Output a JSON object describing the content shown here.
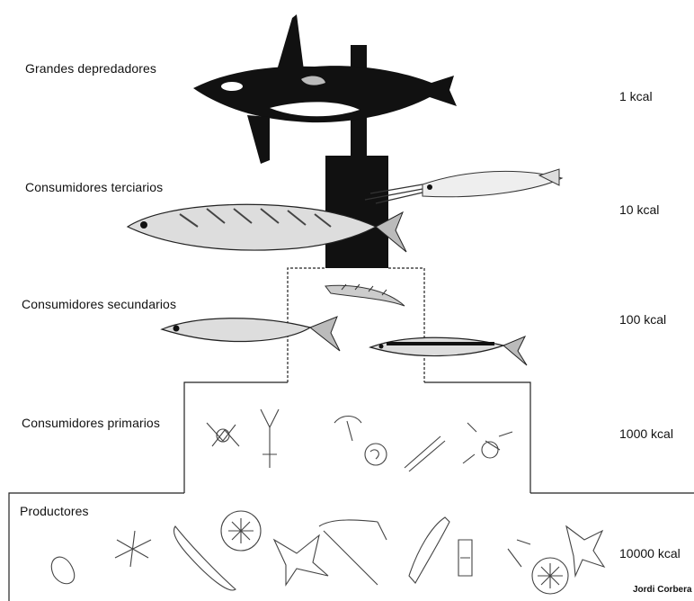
{
  "levels": [
    {
      "name": "Grandes depredadores",
      "energy": "1 kcal"
    },
    {
      "name": "Consumidores terciarios",
      "energy": "10 kcal"
    },
    {
      "name": "Consumidores secundarios",
      "energy": "100 kcal"
    },
    {
      "name": "Consumidores primarios",
      "energy": "1000 kcal"
    },
    {
      "name": "Productores",
      "energy": "10000 kcal"
    }
  ],
  "credit": "Jordi Corbera",
  "icons": {
    "top": "orca-icon",
    "tertiary": [
      "mackerel-icon",
      "squid-icon"
    ],
    "secondary": [
      "sardine-icon",
      "anchovy-icon",
      "larva-icon"
    ],
    "primary": "zooplankton-icons",
    "producers": "phytoplankton-icons"
  }
}
